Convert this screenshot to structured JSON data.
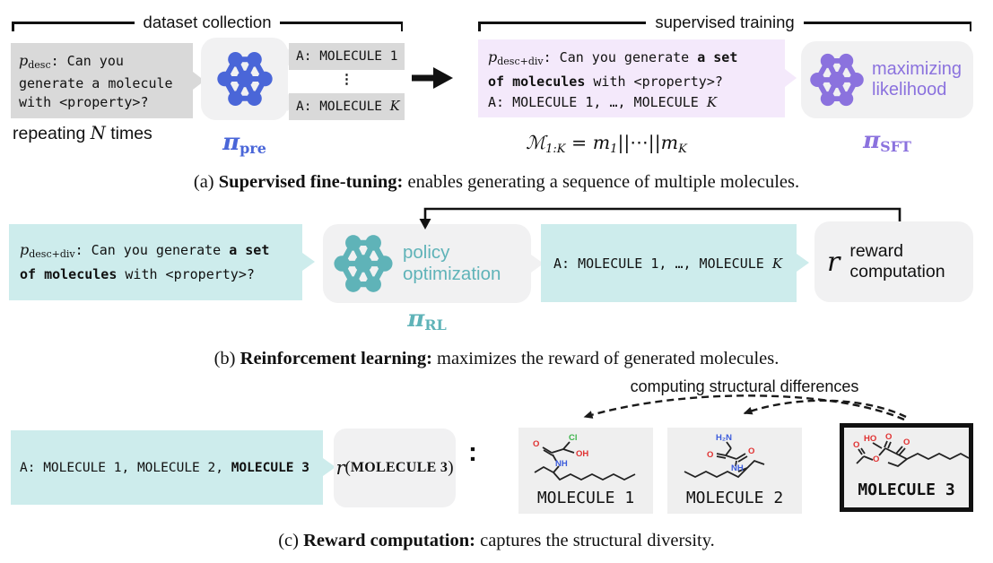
{
  "colors": {
    "blue": "#4a66d8",
    "purple": "#8b72de",
    "teal": "#5fb3b8",
    "teal-box": "#cdecec",
    "lavender-box": "#f4e9fb",
    "gray-box": "#d9d9d9",
    "container-gray": "#f1f1f2",
    "card-gray": "#efefef",
    "ink": "#111111"
  },
  "captions": {
    "a": {
      "prefix": "(a) ",
      "bold": "Supervised fine-tuning:",
      "rest": " enables generating a sequence of multiple molecules."
    },
    "b": {
      "prefix": "(b) ",
      "bold": "Reinforcement learning:",
      "rest": " maximizes the reward of generated molecules."
    },
    "c": {
      "prefix": "(c) ",
      "bold": "Reward computation:",
      "rest": " captures the structural diversity."
    }
  },
  "dataset_collection": {
    "bracket_label": "dataset collection",
    "prompt_var": "p",
    "prompt_var_sub": "desc",
    "prompt_text": ": Can you\ngenerate a molecule\nwith <property>?",
    "repeat_pre": "repeating ",
    "repeat_var": "N",
    "repeat_post": " times",
    "pi": "π",
    "pi_sub": "pre",
    "output_1": "A: MOLECULE 1",
    "ellipsis": "⋮",
    "output_k_pre": "A: MOLECULE ",
    "output_k_var": "K",
    "model_icon": "molecule-network-icon"
  },
  "supervised_training": {
    "bracket_label": "supervised training",
    "prompt_var": "p",
    "prompt_var_sub": "desc+div",
    "prompt_seg1": ": Can you generate ",
    "prompt_bold": "a set\nof molecules",
    "prompt_seg2": " with <property>?\nA: MOLECULE 1, …, MOLECULE ",
    "prompt_var2": "K",
    "equation": {
      "M": "ℳ",
      "M_sub": "1:K",
      "equals": " = ",
      "m1": "m",
      "m1_sub": "1",
      "bars1": "||",
      "dots": "⋯",
      "bars2": "||",
      "mK": "m",
      "mK_sub": "K"
    },
    "model_label": "maximizing\nlikelihood",
    "pi": "π",
    "pi_sub": "SFT",
    "model_icon": "molecule-network-icon"
  },
  "reinforcement_learning": {
    "prompt_var": "p",
    "prompt_var_sub": "desc+div",
    "prompt_seg1": ": Can you generate ",
    "prompt_bold": "a set\nof molecules",
    "prompt_seg2": " with <property>?",
    "model_label": "policy\noptimization",
    "pi": "π",
    "pi_sub": "RL",
    "output_pre": "A: MOLECULE 1, …, MOLECULE ",
    "output_var": "K",
    "reward_var": "r",
    "reward_label": "reward\ncomputation",
    "model_icon": "molecule-network-icon"
  },
  "reward_computation": {
    "arrows_label": "computing structural differences",
    "answer_pre": "A: MOLECULE 1, MOLECULE 2, ",
    "answer_bold": "MOLECULE 3",
    "expr_r": "r",
    "expr_open": "(",
    "expr_arg": "MOLECULE 3",
    "expr_close": ")",
    "colon": ":",
    "molecules": [
      {
        "label": "MOLECULE 1"
      },
      {
        "label": "MOLECULE 2"
      },
      {
        "label": "MOLECULE 3"
      }
    ]
  }
}
